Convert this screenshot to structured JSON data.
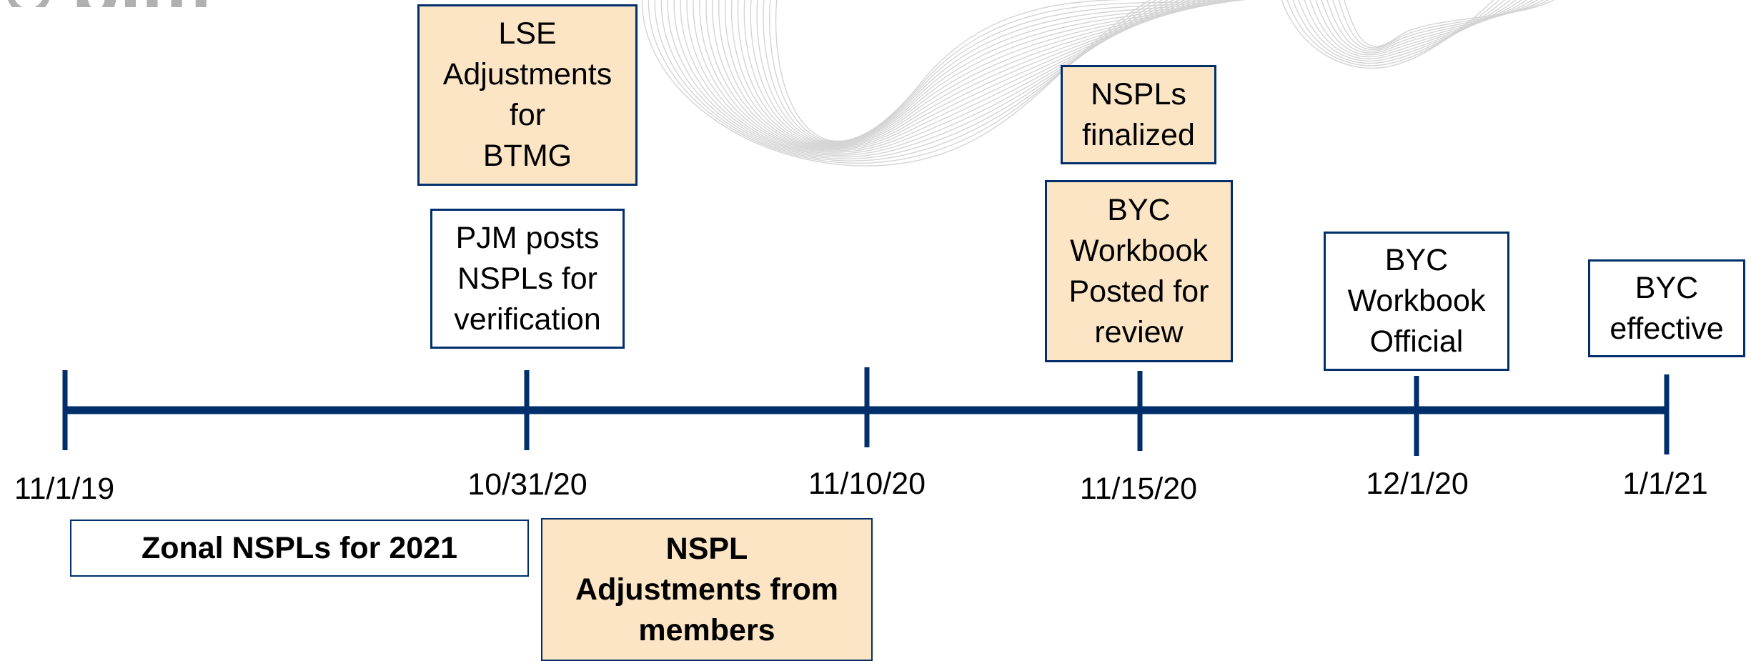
{
  "logo": {
    "text": "pjm",
    "icon": "pjm-logo-icon"
  },
  "colors": {
    "line": "#002f6c",
    "box_border": "#002f6c",
    "box_fill_highlight": "#fce5c5",
    "wave": "#d4d4d4",
    "logo": "#b0b0b0"
  },
  "timeline": {
    "dates": [
      "11/1/19",
      "10/31/20",
      "11/10/20",
      "11/15/20",
      "12/1/20",
      "1/1/21"
    ]
  },
  "above_boxes": {
    "lse_adjustments": "LSE\nAdjustments\nfor\nBTMG",
    "pjm_posts": "PJM posts\nNSPLs for\nverification",
    "nspls_finalized": "NSPLs\nfinalized",
    "byc_posted": "BYC\nWorkbook\nPosted for\nreview",
    "byc_official": "BYC\nWorkbook\nOfficial",
    "byc_effective": "BYC\neffective"
  },
  "below_boxes": {
    "zonal_nspls": "Zonal NSPLs for 2021",
    "nspl_adjustments": "NSPL\nAdjustments from\nmembers"
  }
}
